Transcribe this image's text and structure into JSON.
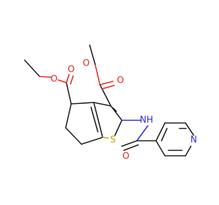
{
  "atoms": {
    "o_ester_left_single": "O",
    "o_ester_left_double": "O",
    "o_ester_right_single": "O",
    "o_ester_right_double": "O",
    "nh": "NH",
    "s": "S",
    "o_amide": "O",
    "n_pyridine": "N"
  },
  "colors": {
    "bond": "#1a1a1a",
    "oxygen": "#e8231b",
    "nitrogen": "#2b2bd8",
    "sulfur": "#b8a400"
  }
}
